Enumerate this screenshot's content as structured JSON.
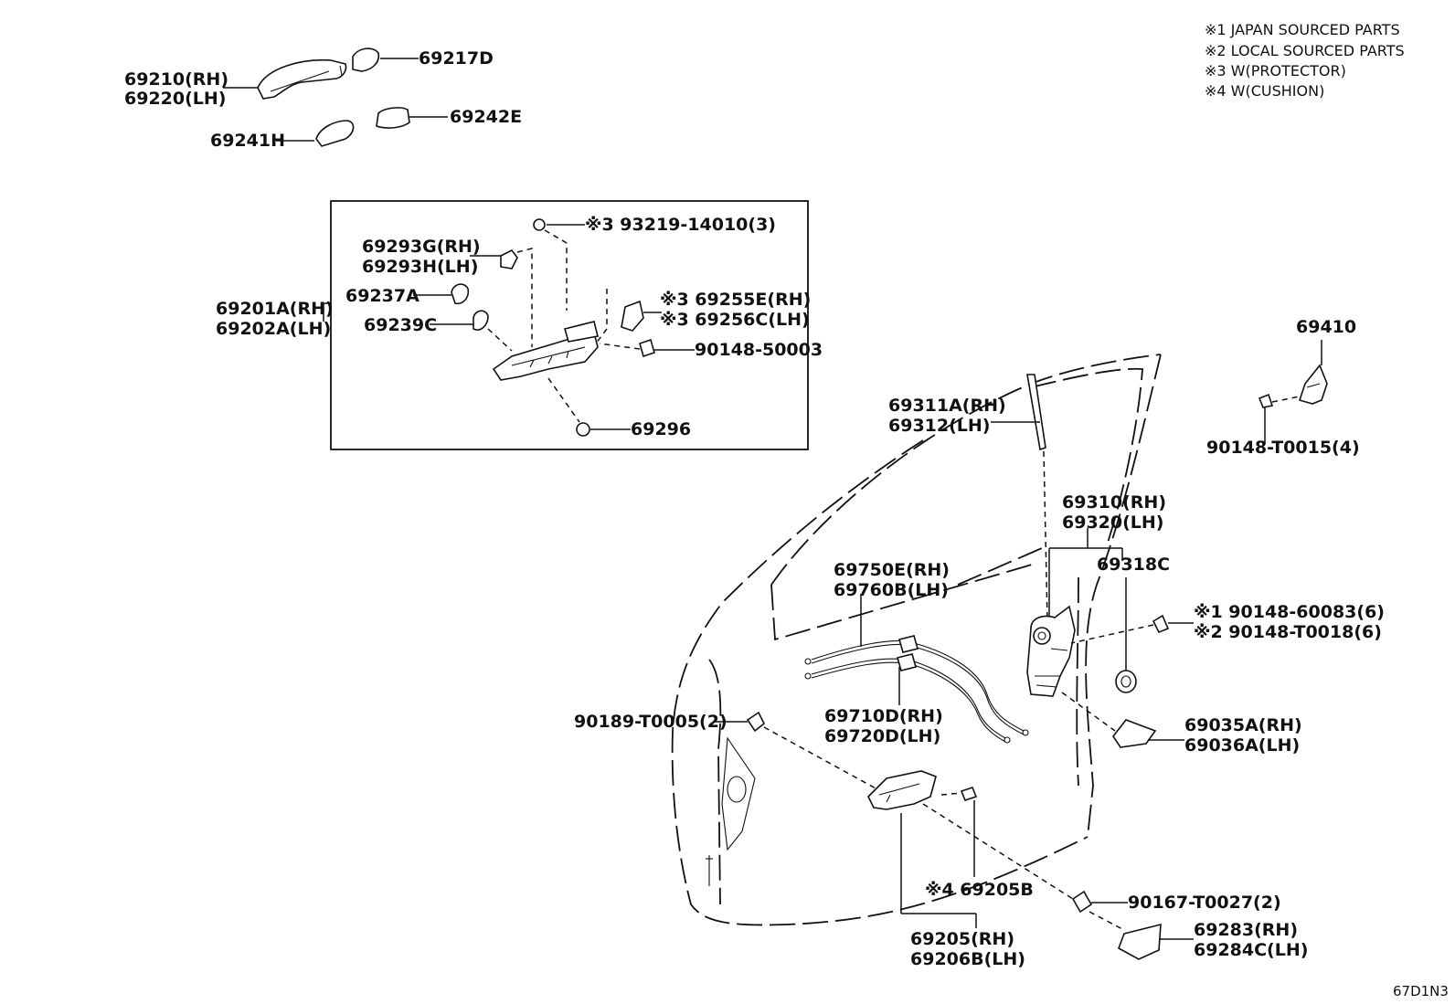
{
  "notes": [
    "※1 JAPAN SOURCED PARTS",
    "※2 LOCAL SOURCED PARTS",
    "※3 W(PROTECTOR)",
    "※4 W(CUSHION)"
  ],
  "labels": {
    "p69217D": "69217D",
    "p69210": "69210(RH)",
    "p69220": "69220(LH)",
    "p69242E": "69242E",
    "p69241H": "69241H",
    "p93219": "※3 93219-14010(3)",
    "p69293G": "69293G(RH)",
    "p69293H": "69293H(LH)",
    "p69237A": "69237A",
    "p69201A": "69201A(RH)",
    "p69202A": "69202A(LH)",
    "p69239C": "69239C",
    "p69255E": "※3 69255E(RH)",
    "p69256C": "※3 69256C(LH)",
    "p90148_50003": "90148-50003",
    "p69296": "69296",
    "p69410": "69410",
    "p90148_T0015": "90148-T0015(4)",
    "p69311A": "69311A(RH)",
    "p69312": "69312(LH)",
    "p69310": "69310(RH)",
    "p69320": "69320(LH)",
    "p69318C": "69318C",
    "p69750E": "69750E(RH)",
    "p69760B": "69760B(LH)",
    "p90148_60083": "※1 90148-60083(6)",
    "p90148_T0018": "※2 90148-T0018(6)",
    "p69710D": "69710D(RH)",
    "p69720D": "69720D(LH)",
    "p90189": "90189-T0005(2)",
    "p69035A": "69035A(RH)",
    "p69036A": "69036A(LH)",
    "p69205B": "※4 69205B",
    "p90167": "90167-T0027(2)",
    "p69205": "69205(RH)",
    "p69206B": "69206B(LH)",
    "p69283": "69283(RH)",
    "p69284C": "69284C(LH)"
  },
  "drawing_code": "67D1N3"
}
